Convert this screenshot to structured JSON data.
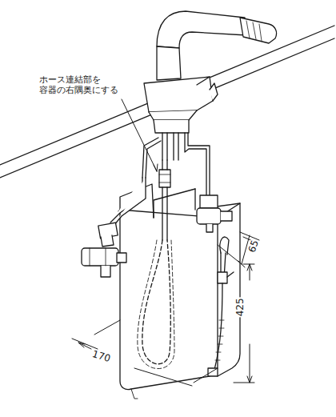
{
  "diagram": {
    "labels": [
      "ホース連結部を 容器の右隅奥にする",
      "65",
      "425",
      "170"
    ]
  }
}
